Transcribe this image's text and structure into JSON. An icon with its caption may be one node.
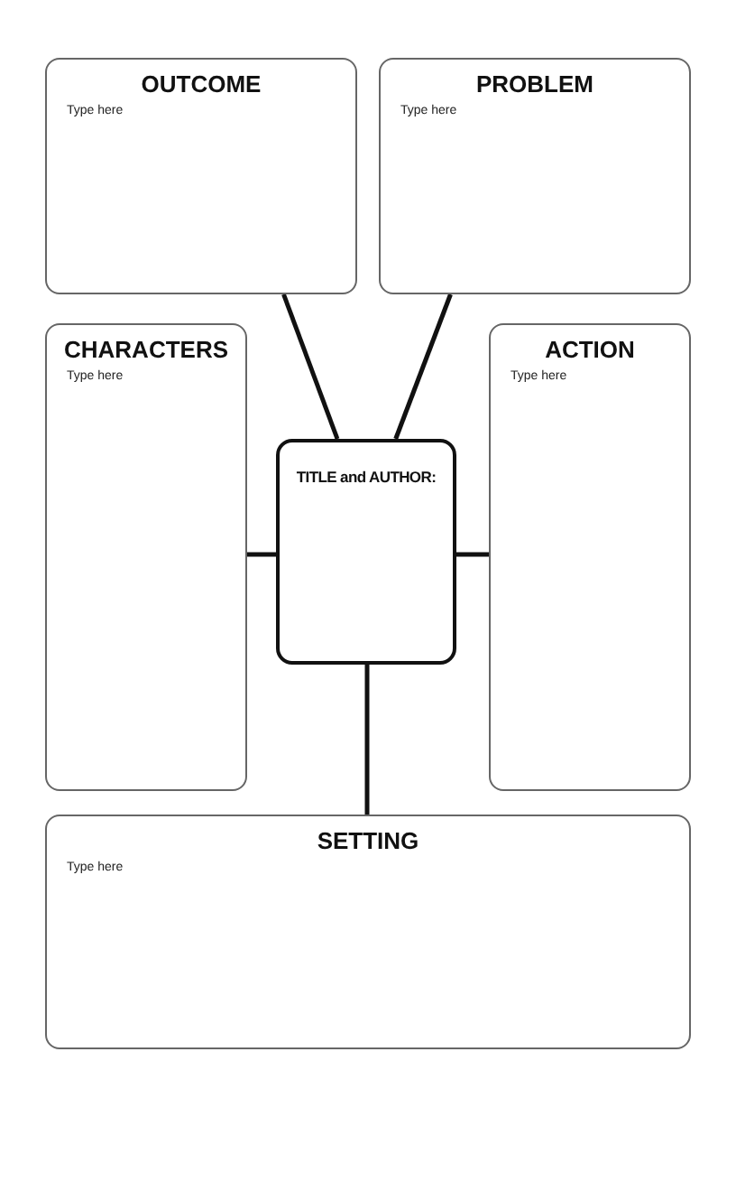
{
  "diagram": {
    "nodes": [
      {
        "text": [
          "OUTCOME",
          "Type here"
        ]
      },
      {
        "text": [
          "PROBLEM",
          "Type here"
        ]
      },
      {
        "text": [
          "CHARACTERS",
          "Type here"
        ]
      },
      {
        "text": [
          "TITLE and AUTHOR:"
        ]
      },
      {
        "text": [
          "ACTION",
          "Type here"
        ]
      },
      {
        "text": [
          "SETTING",
          "Type here"
        ]
      }
    ],
    "edges": [
      {
        "from": 0,
        "to": 3,
        "arrow": "none"
      },
      {
        "from": 1,
        "to": 3,
        "arrow": "none"
      },
      {
        "from": 2,
        "to": 3,
        "arrow": "none"
      },
      {
        "from": 3,
        "to": 4,
        "arrow": "none"
      },
      {
        "from": 3,
        "to": 5,
        "arrow": "none"
      }
    ]
  }
}
